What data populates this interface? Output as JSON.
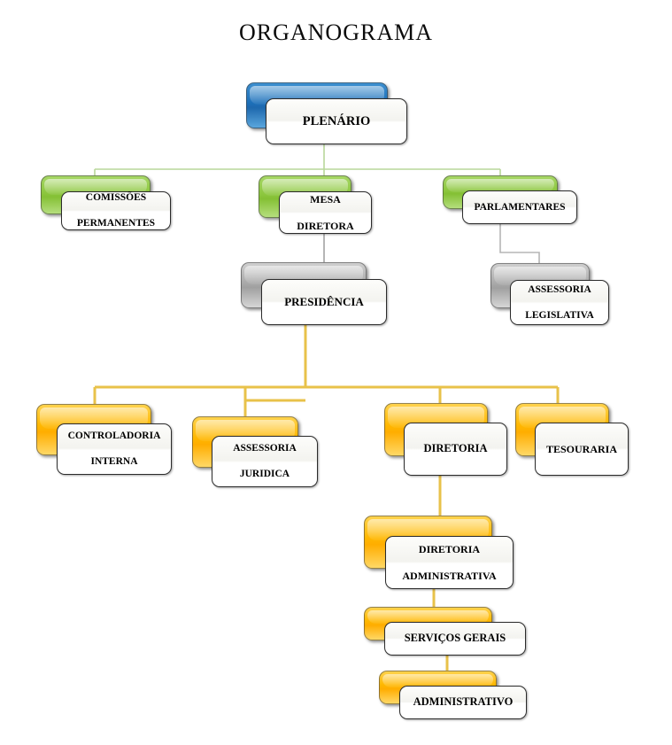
{
  "title": "ORGANOGRAMA",
  "palette": {
    "blue": "#1d6fb8",
    "green": "#8cc63e",
    "gray": "#a9a9a9",
    "amber": "#ffb700",
    "connector_green": "#b9d79a",
    "connector_gray": "#b5b5b5",
    "connector_gold": "#e8c24a",
    "text": "#000000",
    "background": "#ffffff"
  },
  "nodes": [
    {
      "id": "plenario",
      "label": "PLENÁRIO",
      "color": "blue",
      "level": 0
    },
    {
      "id": "comissoes",
      "label": "COMISSÕES PERMANENTES",
      "line1": "COMISSÕES",
      "line2": "PERMANENTES",
      "color": "green",
      "level": 1
    },
    {
      "id": "mesa",
      "label": "MESA DIRETORA",
      "line1": "MESA",
      "line2": "DIRETORA",
      "color": "green",
      "level": 1
    },
    {
      "id": "parlamentares",
      "label": "PARLAMENTARES",
      "color": "green",
      "level": 1
    },
    {
      "id": "presidencia",
      "label": "PRESIDÊNCIA",
      "color": "gray",
      "level": 2
    },
    {
      "id": "assessoria_legislativa",
      "label": "ASSESSORIA LEGISLATIVA",
      "line1": "ASSESSORIA",
      "line2": "LEGISLATIVA",
      "color": "gray",
      "level": 2
    },
    {
      "id": "controladoria",
      "label": "CONTROLADORIA INTERNA",
      "line1": "CONTROLADORIA",
      "line2": "INTERNA",
      "color": "amber",
      "level": 3
    },
    {
      "id": "assessoria_juridica",
      "label": "ASSESSORIA JURIDICA",
      "line1": "ASSESSORIA",
      "line2": "JURIDICA",
      "color": "amber",
      "level": 3
    },
    {
      "id": "diretoria",
      "label": "DIRETORIA",
      "color": "amber",
      "level": 3
    },
    {
      "id": "tesouraria",
      "label": "TESOURARIA",
      "color": "amber",
      "level": 3
    },
    {
      "id": "diretoria_administrativa",
      "label": "DIRETORIA ADMINISTRATIVA",
      "line1": "DIRETORIA",
      "line2": "ADMINISTRATIVA",
      "color": "amber",
      "level": 4
    },
    {
      "id": "servicos_gerais",
      "label": "SERVIÇOS GERAIS",
      "color": "amber",
      "level": 5
    },
    {
      "id": "administrativo",
      "label": "ADMINISTRATIVO",
      "color": "amber",
      "level": 6
    }
  ],
  "edges": [
    {
      "from": "plenario",
      "to": "comissoes"
    },
    {
      "from": "plenario",
      "to": "mesa"
    },
    {
      "from": "plenario",
      "to": "parlamentares"
    },
    {
      "from": "mesa",
      "to": "presidencia"
    },
    {
      "from": "parlamentares",
      "to": "assessoria_legislativa"
    },
    {
      "from": "presidencia",
      "to": "controladoria"
    },
    {
      "from": "presidencia",
      "to": "assessoria_juridica"
    },
    {
      "from": "presidencia",
      "to": "diretoria"
    },
    {
      "from": "presidencia",
      "to": "tesouraria"
    },
    {
      "from": "diretoria",
      "to": "diretoria_administrativa"
    },
    {
      "from": "diretoria_administrativa",
      "to": "servicos_gerais"
    },
    {
      "from": "servicos_gerais",
      "to": "administrativo"
    }
  ]
}
